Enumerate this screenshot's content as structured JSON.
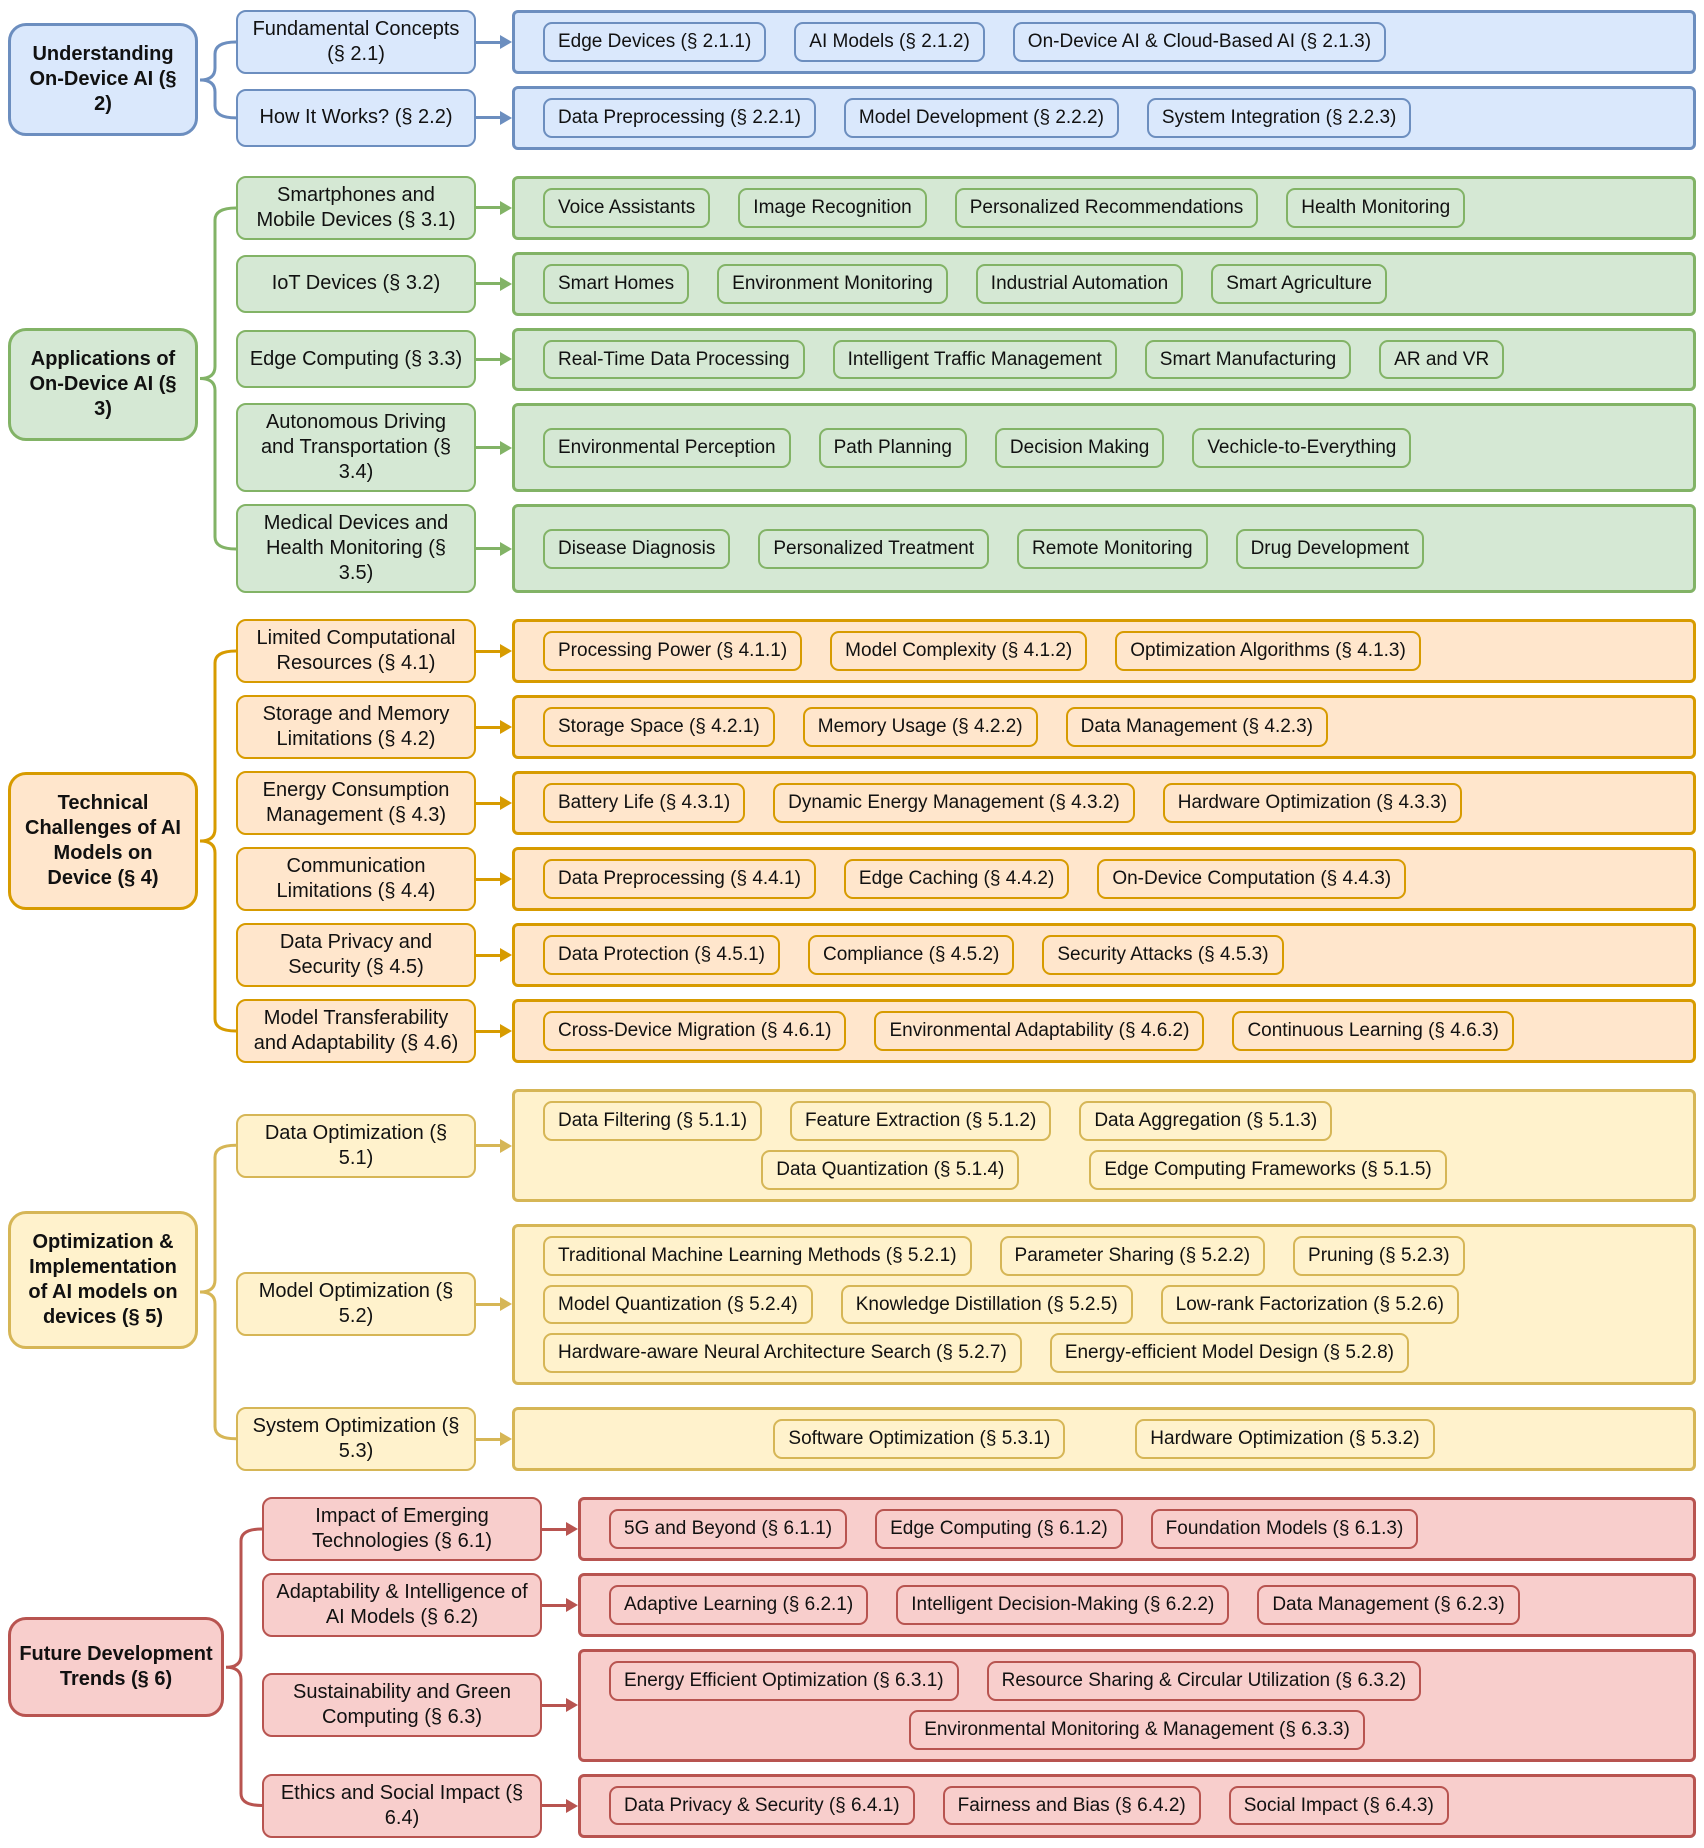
{
  "diagram": {
    "sections": [
      {
        "name": "understanding-on-device-ai",
        "root": "Understanding On-Device AI (§ 2)",
        "palette": {
          "fill": "#dae8fc",
          "stroke": "#6c8ebf"
        },
        "branches": [
          {
            "label": "Fundamental Concepts (§ 2.1)",
            "rows": [
              {
                "items": [
                  "Edge Devices (§ 2.1.1)",
                  "AI Models (§ 2.1.2)",
                  "On-Device AI & Cloud-Based AI (§ 2.1.3)"
                ]
              }
            ]
          },
          {
            "label": "How It Works? (§ 2.2)",
            "rows": [
              {
                "items": [
                  "Data Preprocessing (§ 2.2.1)",
                  "Model Development (§ 2.2.2)",
                  "System Integration (§ 2.2.3)"
                ]
              }
            ]
          }
        ]
      },
      {
        "name": "applications-of-on-device-ai",
        "root": "Applications of On-Device AI (§ 3)",
        "palette": {
          "fill": "#d5e8d4",
          "stroke": "#82b366"
        },
        "branches": [
          {
            "label": "Smartphones and Mobile Devices (§ 3.1)",
            "rows": [
              {
                "items": [
                  "Voice Assistants",
                  "Image Recognition",
                  "Personalized Recommendations",
                  "Health Monitoring"
                ]
              }
            ]
          },
          {
            "label": "IoT Devices (§ 3.2)",
            "rows": [
              {
                "items": [
                  "Smart Homes",
                  "Environment Monitoring",
                  "Industrial Automation",
                  "Smart Agriculture"
                ]
              }
            ]
          },
          {
            "label": "Edge Computing (§ 3.3)",
            "rows": [
              {
                "items": [
                  "Real-Time Data Processing",
                  "Intelligent Traffic Management",
                  "Smart Manufacturing",
                  "AR and VR"
                ]
              }
            ]
          },
          {
            "label": "Autonomous Driving and Transportation (§ 3.4)",
            "rows": [
              {
                "items": [
                  "Environmental Perception",
                  "Path Planning",
                  "Decision Making",
                  "Vechicle-to-Everything"
                ]
              }
            ]
          },
          {
            "label": "Medical Devices and Health Monitoring (§ 3.5)",
            "rows": [
              {
                "items": [
                  "Disease Diagnosis",
                  "Personalized Treatment",
                  "Remote Monitoring",
                  "Drug Development"
                ]
              }
            ]
          }
        ]
      },
      {
        "name": "technical-challenges-of-ai-models-on-device",
        "root": "Technical Challenges of AI Models on Device (§ 4)",
        "palette": {
          "fill": "#ffe6cc",
          "stroke": "#d79b00"
        },
        "branches": [
          {
            "label": "Limited Computational Resources (§ 4.1)",
            "rows": [
              {
                "items": [
                  "Processing Power (§ 4.1.1)",
                  "Model Complexity (§ 4.1.2)",
                  "Optimization Algorithms (§ 4.1.3)"
                ]
              }
            ]
          },
          {
            "label": "Storage and Memory Limitations (§ 4.2)",
            "rows": [
              {
                "items": [
                  "Storage Space (§ 4.2.1)",
                  "Memory Usage (§ 4.2.2)",
                  "Data Management (§ 4.2.3)"
                ]
              }
            ]
          },
          {
            "label": "Energy Consumption Management (§ 4.3)",
            "rows": [
              {
                "items": [
                  "Battery Life (§ 4.3.1)",
                  "Dynamic Energy Management (§ 4.3.2)",
                  "Hardware Optimization (§ 4.3.3)"
                ]
              }
            ]
          },
          {
            "label": "Communication Limitations (§ 4.4)",
            "rows": [
              {
                "items": [
                  "Data Preprocessing (§ 4.4.1)",
                  "Edge Caching (§ 4.4.2)",
                  "On-Device Computation (§ 4.4.3)"
                ]
              }
            ]
          },
          {
            "label": "Data Privacy and Security (§ 4.5)",
            "rows": [
              {
                "items": [
                  "Data Protection (§ 4.5.1)",
                  "Compliance (§ 4.5.2)",
                  "Security Attacks (§ 4.5.3)"
                ]
              }
            ]
          },
          {
            "label": "Model Transferability and Adaptability (§ 4.6)",
            "rows": [
              {
                "items": [
                  "Cross-Device Migration (§ 4.6.1)",
                  "Environmental Adaptability (§ 4.6.2)",
                  "Continuous Learning (§ 4.6.3)"
                ]
              }
            ]
          }
        ]
      },
      {
        "name": "optimization-implementation-of-ai-models-on-devices",
        "root": "Optimization & Implementation of AI models on devices (§ 5)",
        "palette": {
          "fill": "#fff2cc",
          "stroke": "#d6b656"
        },
        "branches": [
          {
            "label": "Data Optimization (§ 5.1)",
            "rows": [
              {
                "items": [
                  "Data Filtering (§ 5.1.1)",
                  "Feature Extraction (§ 5.1.2)",
                  "Data Aggregation (§ 5.1.3)"
                ]
              },
              {
                "align": "center",
                "items": [
                  "Data Quantization (§ 5.1.4)",
                  "Edge Computing Frameworks (§ 5.1.5)"
                ]
              }
            ]
          },
          {
            "label": "Model Optimization (§ 5.2)",
            "rows": [
              {
                "items": [
                  "Traditional Machine Learning Methods (§ 5.2.1)",
                  "Parameter Sharing (§ 5.2.2)",
                  "Pruning (§ 5.2.3)"
                ]
              },
              {
                "items": [
                  "Model Quantization (§ 5.2.4)",
                  "Knowledge Distillation (§ 5.2.5)",
                  "Low-rank Factorization (§ 5.2.6)"
                ]
              },
              {
                "items": [
                  "Hardware-aware Neural Architecture Search (§ 5.2.7)",
                  "Energy-efficient Model Design (§ 5.2.8)"
                ]
              }
            ]
          },
          {
            "label": "System Optimization (§ 5.3)",
            "rows": [
              {
                "align": "center",
                "items": [
                  "Software Optimization (§ 5.3.1)",
                  "Hardware Optimization (§ 5.3.2)"
                ]
              }
            ]
          }
        ]
      },
      {
        "name": "future-development-trends",
        "root": "Future Development Trends (§ 6)",
        "palette": {
          "fill": "#f8cecc",
          "stroke": "#b85450"
        },
        "branches": [
          {
            "label": "Impact of Emerging Technologies (§ 6.1)",
            "rows": [
              {
                "items": [
                  "5G and Beyond (§ 6.1.1)",
                  "Edge Computing (§ 6.1.2)",
                  "Foundation Models (§ 6.1.3)"
                ]
              }
            ]
          },
          {
            "label": "Adaptability & Intelligence of AI Models (§ 6.2)",
            "rows": [
              {
                "items": [
                  "Adaptive Learning (§ 6.2.1)",
                  "Intelligent Decision-Making (§ 6.2.2)",
                  "Data Management (§ 6.2.3)"
                ]
              }
            ]
          },
          {
            "label": "Sustainability and Green Computing (§ 6.3)",
            "rows": [
              {
                "items": [
                  "Energy Efficient Optimization (§ 6.3.1)",
                  "Resource Sharing & Circular Utilization (§ 6.3.2)"
                ]
              },
              {
                "align": "center",
                "items": [
                  "Environmental Monitoring & Management (§ 6.3.3)"
                ]
              }
            ]
          },
          {
            "label": "Ethics and Social Impact (§ 6.4)",
            "rows": [
              {
                "items": [
                  "Data Privacy & Security (§ 6.4.1)",
                  "Fairness and Bias (§ 6.4.2)",
                  "Social Impact (§ 6.4.3)"
                ]
              }
            ]
          }
        ]
      }
    ]
  }
}
